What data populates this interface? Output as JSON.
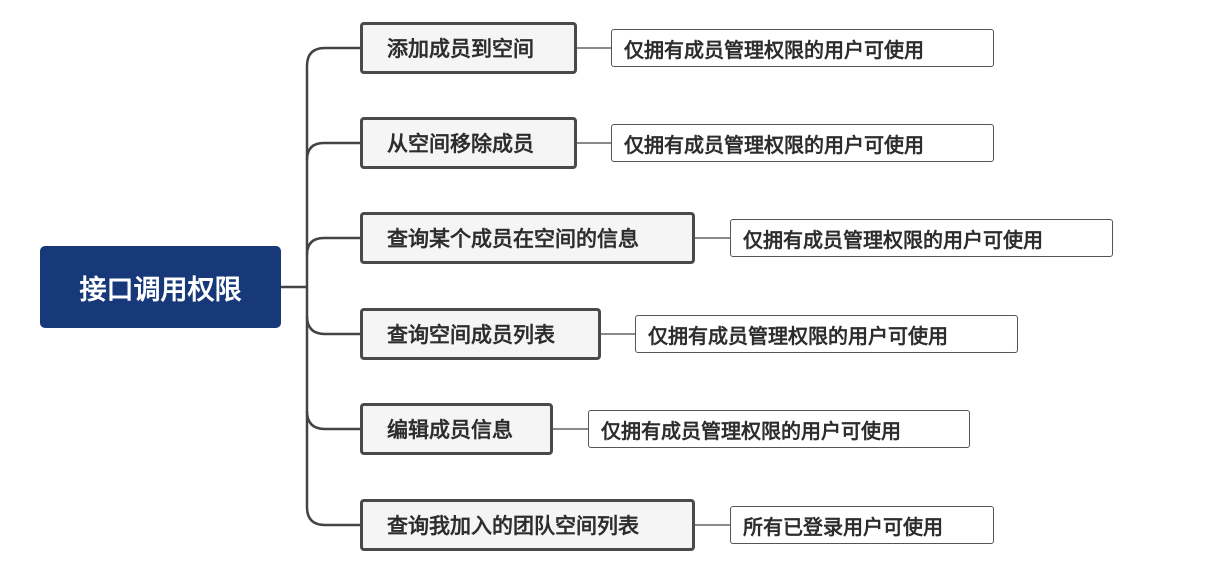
{
  "root": {
    "label": "接口调用权限"
  },
  "branches": [
    {
      "label": "添加成员到空间",
      "note": "仅拥有成员管理权限的用户可使用"
    },
    {
      "label": "从空间移除成员",
      "note": "仅拥有成员管理权限的用户可使用"
    },
    {
      "label": "查询某个成员在空间的信息",
      "note": "仅拥有成员管理权限的用户可使用"
    },
    {
      "label": "查询空间成员列表",
      "note": "仅拥有成员管理权限的用户可使用"
    },
    {
      "label": "编辑成员信息",
      "note": "仅拥有成员管理权限的用户可使用"
    },
    {
      "label": "查询我加入的团队空间列表",
      "note": "所有已登录用户可使用"
    }
  ],
  "colors": {
    "root_bg": "#17397a",
    "root_text": "#ffffff",
    "branch_border": "#4a4a4a",
    "branch_bg": "#f5f5f5",
    "line": "#444444",
    "text": "#2d2d2d"
  }
}
